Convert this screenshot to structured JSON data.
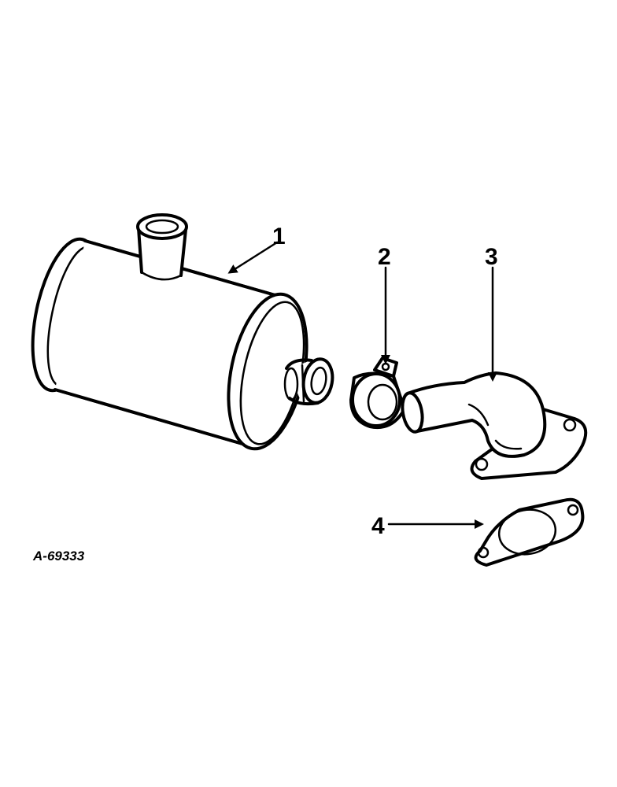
{
  "diagram": {
    "ref_code": "A-69333",
    "callouts": [
      {
        "label": "1",
        "part": "muffler"
      },
      {
        "label": "2",
        "part": "clamp"
      },
      {
        "label": "3",
        "part": "exhaust-elbow"
      },
      {
        "label": "4",
        "part": "gasket"
      }
    ],
    "colors": {
      "ink": "#000000",
      "paper": "#ffffff"
    }
  }
}
